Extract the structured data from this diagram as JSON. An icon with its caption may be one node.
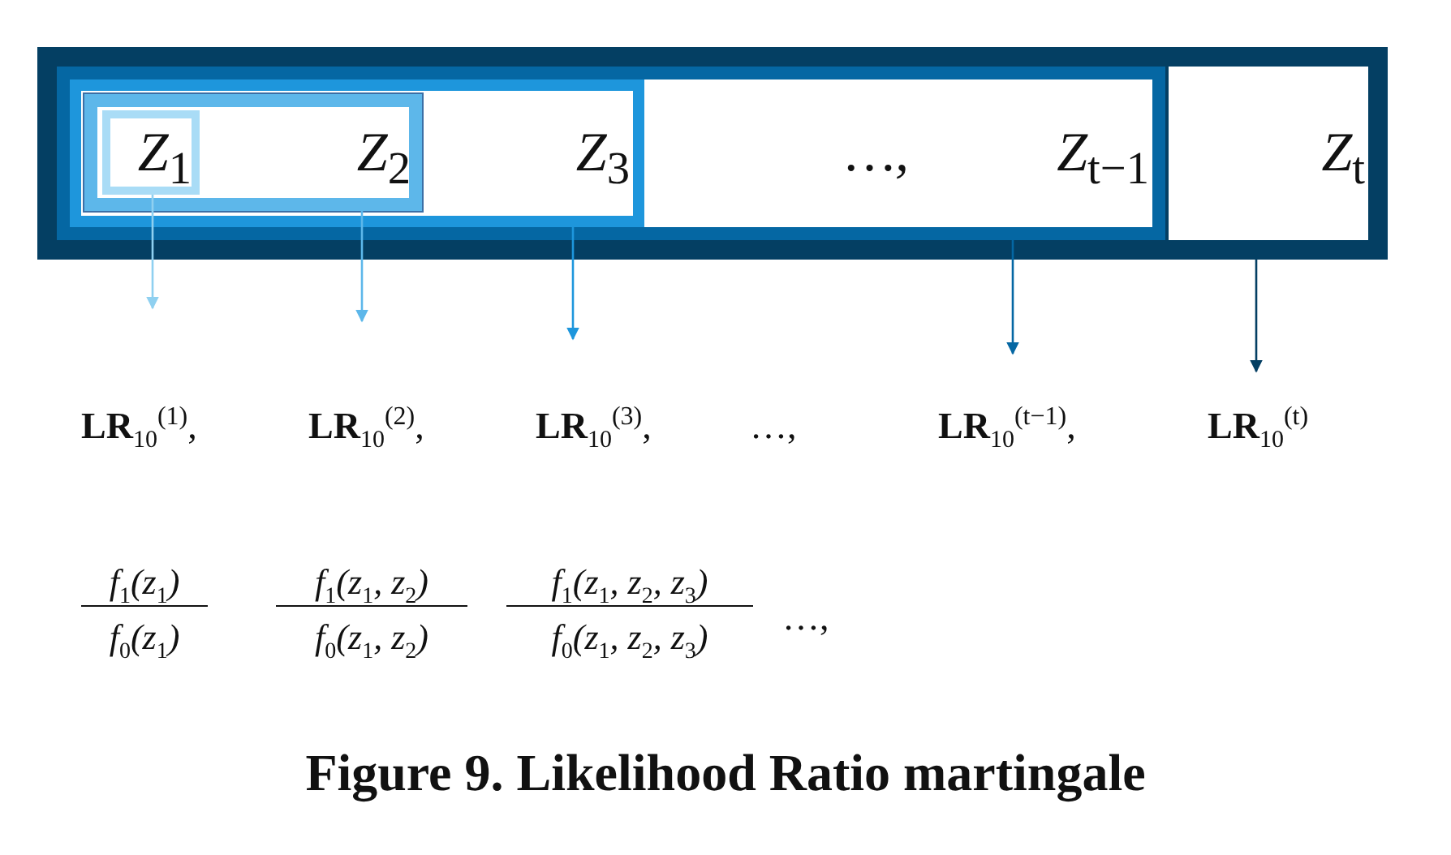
{
  "diagram": {
    "title": "Figure 9. Likelihood Ratio martingale",
    "nodes": [
      {
        "text": [
          "Z$_{t}$"
        ]
      },
      {
        "text": [
          "…,",
          "Z$_{t−1}$"
        ],
        "in": 0
      },
      {
        "text": [
          "Z$_{3}$"
        ],
        "in": 1
      },
      {
        "text": [
          "Z$_{2}$"
        ],
        "in": 2
      },
      {
        "text": [
          "Z$_{1}$"
        ],
        "in": 3
      }
    ],
    "edges": [
      {
        "from": 4,
        "to": null,
        "arrow": "to",
        "color": "#8fd0f0"
      },
      {
        "from": 3,
        "to": null,
        "arrow": "to",
        "color": "#5db7ea"
      },
      {
        "from": 2,
        "to": null,
        "arrow": "to",
        "color": "#1e96dc"
      },
      {
        "from": 1,
        "to": null,
        "arrow": "to",
        "color": "#0567a3"
      },
      {
        "from": 0,
        "to": null,
        "arrow": "to",
        "color": "#043f63"
      }
    ],
    "labels": [
      "**LR**$_{10}$$^{(1)}$,",
      "**LR**$_{10}$$^{(2)}$,",
      "**LR**$_{10}$$^{(3)}$,",
      "…,",
      "**LR**$_{10}$$^{(t−1)}$,",
      "**LR**$_{10}$$^{(t)}$",
      "f$_{1}$(z$_{1}$)",
      "f$_{0}$(z$_{1}$)",
      "f$_{1}$(z$_{1}$, z$_{2}$)",
      "f$_{0}$(z$_{1}$, z$_{2}$)",
      "f$_{1}$(z$_{1}$, z$_{2}$, z$_{3}$)",
      "f$_{0}$(z$_{1}$, z$_{2}$, z$_{3}$)",
      "…,"
    ]
  }
}
